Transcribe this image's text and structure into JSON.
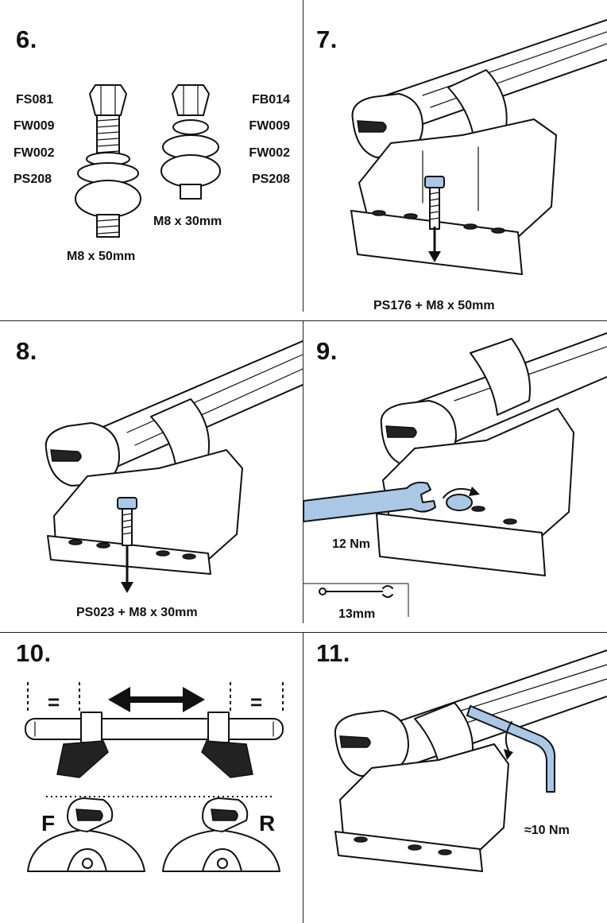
{
  "steps": [
    {
      "number": "6.",
      "labels": {
        "left_parts": [
          "FS081",
          "FW009",
          "FW002",
          "PS208"
        ],
        "right_parts": [
          "FB014",
          "FW009",
          "FW002",
          "PS208"
        ],
        "bolt_long": "M8 x 50mm",
        "bolt_short": "M8 x 30mm"
      }
    },
    {
      "number": "7.",
      "caption": "PS176 + M8 x 50mm"
    },
    {
      "number": "8.",
      "caption": "PS023 + M8 x 30mm"
    },
    {
      "number": "9.",
      "torque": "12 Nm",
      "wrench_size": "13mm"
    },
    {
      "number": "10.",
      "equal_mark": "=",
      "front_label": "F",
      "rear_label": "R"
    },
    {
      "number": "11.",
      "torque": "≈10 Nm"
    }
  ],
  "colors": {
    "accent_blue": "#a9c8e6",
    "line": "#111111"
  },
  "icons": [
    "bolt-icon",
    "washer-icon",
    "down-arrow-icon",
    "wrench-icon",
    "rotation-arrow-icon",
    "double-arrow-icon",
    "hex-key-icon"
  ]
}
